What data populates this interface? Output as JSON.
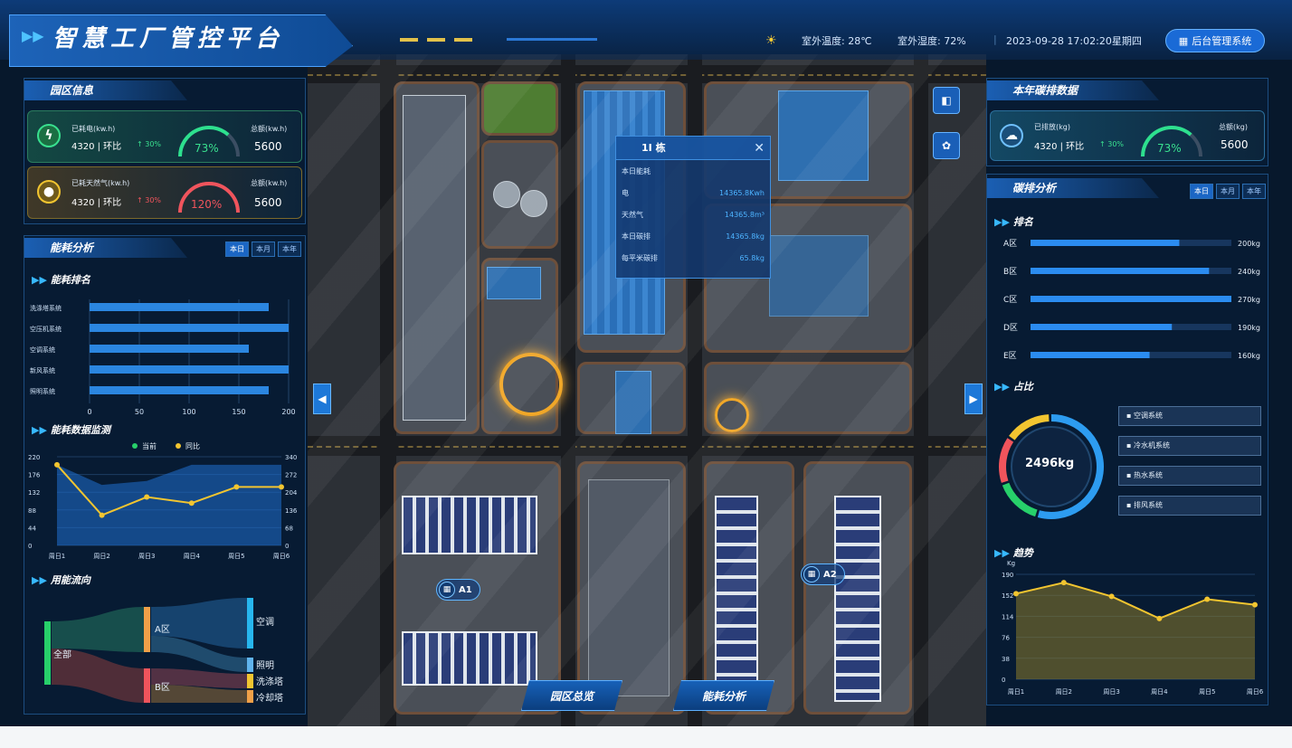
{
  "header": {
    "title": "智慧工厂管控平台",
    "temp_label": "室外温度: 28℃",
    "humidity_label": "室外湿度: 72%",
    "datetime": "2023-09-28 17:02:20星期四",
    "admin_button": "后台管理系统"
  },
  "park_info": {
    "title": "园区信息",
    "power": {
      "label": "已耗电(kw.h)",
      "value": "4320 | 环比",
      "change": "30%",
      "percent": "73%",
      "total_label": "总额(kw.h)",
      "total": "5600",
      "percent_value": 73,
      "color": "#2de08e"
    },
    "gas": {
      "label": "已耗天然气(kw.h)",
      "value": "4320 | 环比",
      "change": "30%",
      "percent": "120%",
      "total_label": "总额(kw.h)",
      "total": "5600",
      "percent_value": 100,
      "color": "#f0545c"
    }
  },
  "energy_analysis": {
    "title": "能耗分析",
    "tabs": [
      "本日",
      "本月",
      "本年"
    ],
    "ranking_title": "能耗排名",
    "ranking_chart": {
      "type": "bar",
      "categories": [
        "洗涤塔系统",
        "空压机系统",
        "空调系统",
        "新风系统",
        "照明系统"
      ],
      "values": [
        180,
        200,
        160,
        200,
        180
      ],
      "xlim": [
        0,
        200
      ],
      "xticks": [
        "0",
        "50",
        "100",
        "150",
        "200"
      ]
    },
    "compare_title": "能耗数据监测",
    "compare_chart": {
      "type": "line",
      "legend": [
        "当前",
        "同比"
      ],
      "categories": [
        "周日1",
        "周日2",
        "周日3",
        "周日4",
        "周日5",
        "周日6"
      ],
      "series": [
        {
          "name": "当前",
          "values": [
            200,
            150,
            160,
            200,
            200,
            200
          ]
        },
        {
          "name": "同比",
          "values": [
            200,
            75,
            120,
            105,
            145,
            145
          ]
        }
      ],
      "yticks_left": [
        "220",
        "176",
        "132",
        "88",
        "44",
        "0"
      ],
      "yticks_right": [
        "340",
        "272",
        "204",
        "136",
        "68",
        "0"
      ]
    },
    "flow_title": "用能流向",
    "flow": {
      "root": "全部",
      "mid": [
        "A区",
        "B区"
      ],
      "leaves": [
        "空调",
        "照明",
        "洗涤塔",
        "冷却塔"
      ]
    }
  },
  "popup": {
    "title": "1I 栋",
    "rows": [
      {
        "label": "本日能耗",
        "value": ""
      },
      {
        "label": "电",
        "value": "14365.8Kwh"
      },
      {
        "label": "天然气",
        "value": "14365.8m³"
      },
      {
        "label": "本日碳排",
        "value": "14365.8kg"
      },
      {
        "label": "每平米碳排",
        "value": "65.8kg"
      }
    ]
  },
  "markers": [
    "A1",
    "A2"
  ],
  "bottom_nav": [
    "园区总览",
    "能耗分析"
  ],
  "carbon_data": {
    "title": "本年碳排数据",
    "item": {
      "label": "已排放(kg)",
      "value": "4320 | 环比",
      "change": "30%",
      "percent": "73%",
      "total_label": "总额(kg)",
      "total": "5600",
      "percent_value": 73,
      "color": "#2de08e"
    }
  },
  "carbon_analysis": {
    "title": "碳排分析",
    "tabs": [
      "本日",
      "本月",
      "本年"
    ],
    "rank_title": "排名",
    "rank_chart": {
      "type": "bar",
      "categories": [
        "A区",
        "B区",
        "C区",
        "D区",
        "E区"
      ],
      "values": [
        200,
        240,
        270,
        190,
        160
      ],
      "labels": [
        "200kg",
        "240kg",
        "270kg",
        "190kg",
        "160kg"
      ],
      "xlim": [
        0,
        270
      ]
    },
    "share_title": "占比",
    "share_total": "2496kg",
    "share_items": [
      "空调系统",
      "冷水机系统",
      "热水系统",
      "排风系统"
    ],
    "share_colors": [
      "#2d9cf0",
      "#27d06a",
      "#f0545c",
      "#f2c530"
    ],
    "share_values": [
      55,
      15,
      15,
      15
    ],
    "trend_title": "趋势",
    "trend_chart": {
      "type": "area",
      "unit": "Kg",
      "categories": [
        "周日1",
        "周日2",
        "周日3",
        "周日4",
        "周日5",
        "周日6"
      ],
      "values": [
        155,
        175,
        150,
        110,
        145,
        135
      ],
      "ylim": [
        0,
        190
      ],
      "yticks": [
        "190",
        "152",
        "114",
        "76",
        "38",
        "0"
      ]
    }
  }
}
